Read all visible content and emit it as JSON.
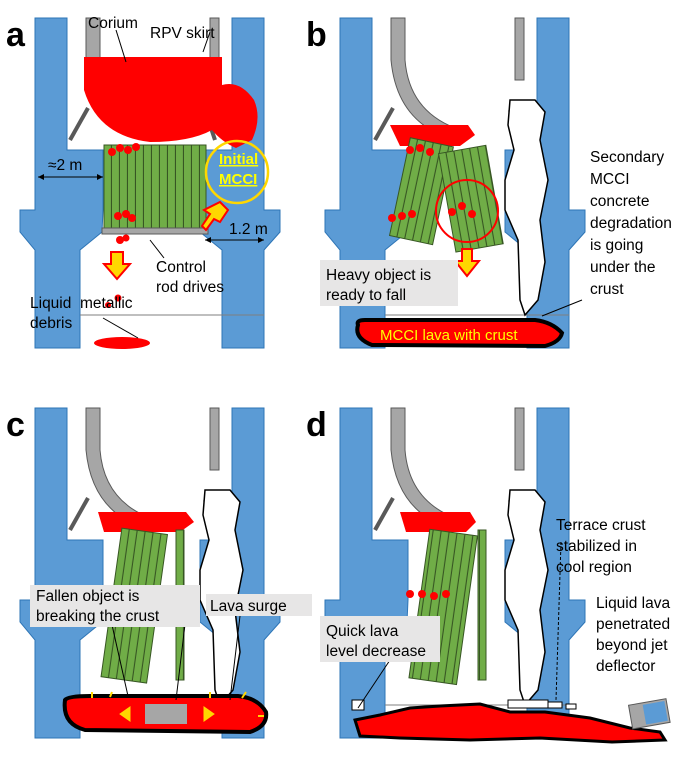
{
  "colors": {
    "concrete": "#5b9bd5",
    "concrete_edge": "#2e75b6",
    "vessel": "#a6a6a6",
    "vessel_edge": "#595959",
    "corium": "#ff0000",
    "rods": "#70ad47",
    "rods_edge": "#375623",
    "arrow": "#ff0000",
    "arrow_fill": "#ffd700",
    "label_box": "#e7e6e6"
  },
  "panel_a": {
    "letter": "a",
    "corium": "Corium",
    "rpv_skirt": "RPV skirt",
    "initial_mcci_1": "Initial",
    "initial_mcci_2": "MCCI",
    "dim_left": "≈2 m",
    "dim_right": "1.2 m",
    "crd_1": "Control",
    "crd_2": "rod drives",
    "debris_1": "Liquid",
    "debris_2": "debris",
    "debris_3": "metallic"
  },
  "panel_b": {
    "letter": "b",
    "secondary": [
      "Secondary",
      "MCCI",
      "concrete",
      "degradation",
      " is going",
      "under the",
      "crust"
    ],
    "heavy_1": "Heavy object is",
    "heavy_2": "ready to fall",
    "lava": "MCCI lava with crust"
  },
  "panel_c": {
    "letter": "c",
    "fallen_1": "Fallen object is",
    "fallen_2": "breaking the crust",
    "surge": "Lava surge"
  },
  "panel_d": {
    "letter": "d",
    "terrace": [
      "Terrace crust",
      "stabilized in",
      "cool region"
    ],
    "liquid": [
      "Liquid lava",
      "penetrated",
      "beyond jet",
      "deflector"
    ],
    "quick_1": "Quick lava",
    "quick_2": "level decrease"
  }
}
